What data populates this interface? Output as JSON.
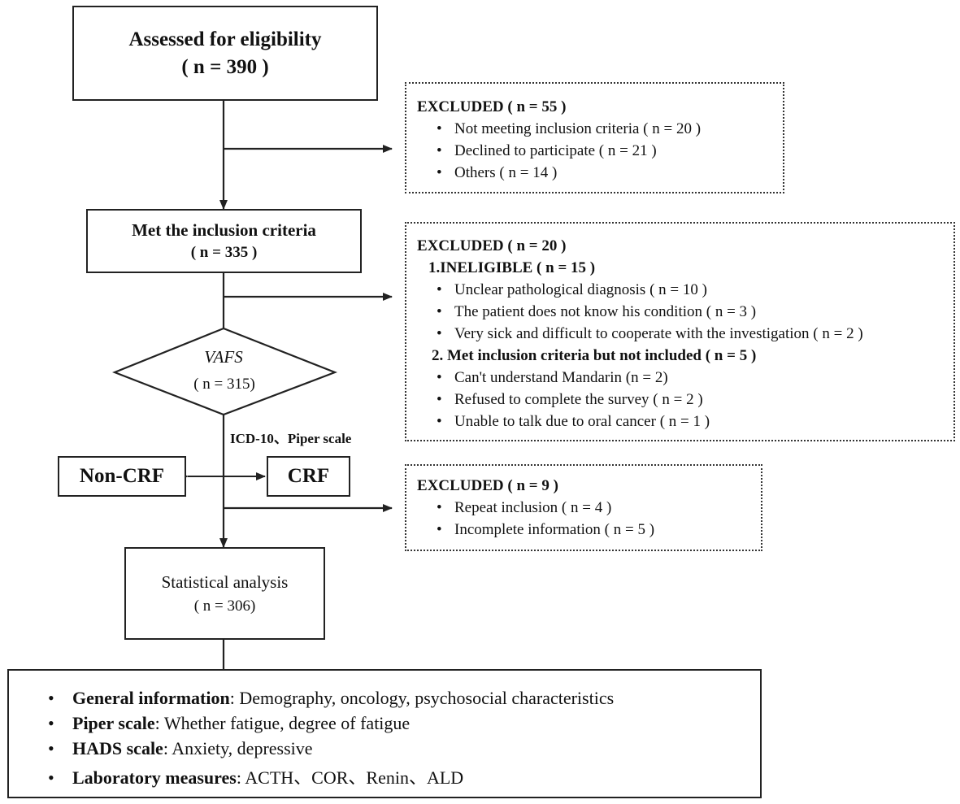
{
  "assessed": {
    "title": "Assessed for eligibility",
    "n_label": "( n = 390 )"
  },
  "excluded1": {
    "title": "EXCLUDED ( n = 55 )",
    "items": [
      "Not meeting inclusion criteria ( n = 20 )",
      "Declined to participate ( n = 21 )",
      "Others ( n = 14 )"
    ]
  },
  "met": {
    "title": "Met the inclusion criteria",
    "n_label": "( n = 335 )"
  },
  "excluded2": {
    "title": "EXCLUDED ( n = 20 )",
    "group1": {
      "title": "1.INELIGIBLE ( n = 15 )",
      "items": [
        "Unclear pathological diagnosis ( n = 10 )",
        "The patient does not know his condition ( n = 3 )",
        "Very sick and difficult to cooperate with the investigation ( n = 2 )"
      ]
    },
    "group2": {
      "title": "2. Met inclusion criteria but not included ( n = 5 )",
      "items": [
        "Can't understand Mandarin (n = 2)",
        "Refused to complete the survey ( n = 2 )",
        "Unable to talk due to oral cancer ( n = 1 )"
      ]
    }
  },
  "vafs": {
    "title": "VAFS",
    "n_label": "( n = 315)"
  },
  "scale_label": "ICD-10、Piper scale",
  "non_crf": "Non-CRF",
  "crf": "CRF",
  "excluded3": {
    "title": "EXCLUDED ( n = 9 )",
    "items": [
      "Repeat inclusion ( n = 4 )",
      "Incomplete information ( n = 5 )"
    ]
  },
  "stat": {
    "title": "Statistical analysis",
    "n_label": "( n = 306)"
  },
  "measures": [
    {
      "label": "General information",
      "sep": ": ",
      "text": "Demography, oncology, psychosocial characteristics"
    },
    {
      "label": "Piper scale",
      "sep": ": ",
      "text": "Whether fatigue, degree of fatigue"
    },
    {
      "label": "HADS scale",
      "sep": ": ",
      "text": "Anxiety, depressive"
    },
    {
      "label": "Laboratory measures",
      "sep": ": ",
      "text": "ACTH、COR、Renin、ALD"
    }
  ],
  "bullet": "•",
  "colors": {
    "line": "#222222",
    "box_border": "#222222",
    "background": "#ffffff"
  }
}
